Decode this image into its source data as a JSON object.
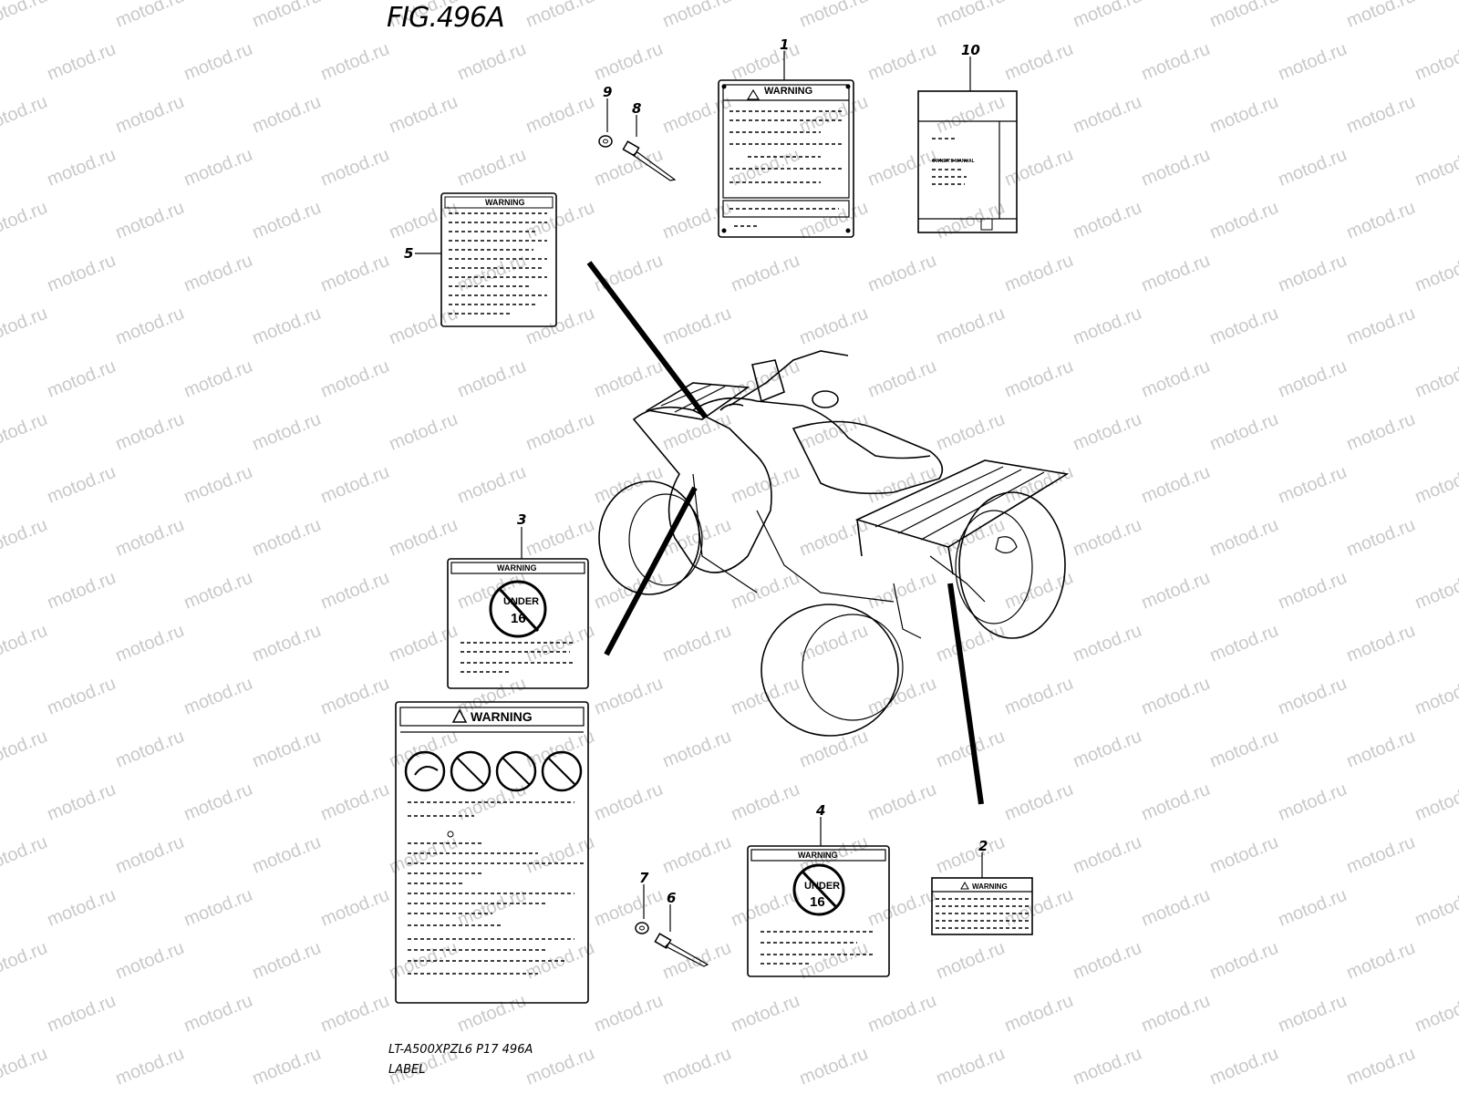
{
  "figure": {
    "title": "FIG.496A",
    "footer_code": "LT-A500XPZL6  P17  496A",
    "footer_name": "LABEL"
  },
  "watermark": {
    "text": "motod.ru"
  },
  "callouts": [
    "1",
    "2",
    "3",
    "4",
    "5",
    "6",
    "7",
    "8",
    "9",
    "10"
  ],
  "labels": {
    "warning_text": "WARNING",
    "under_text": "UNDER",
    "age_text": "16",
    "manual_title": "OWNER'S MANUAL"
  }
}
